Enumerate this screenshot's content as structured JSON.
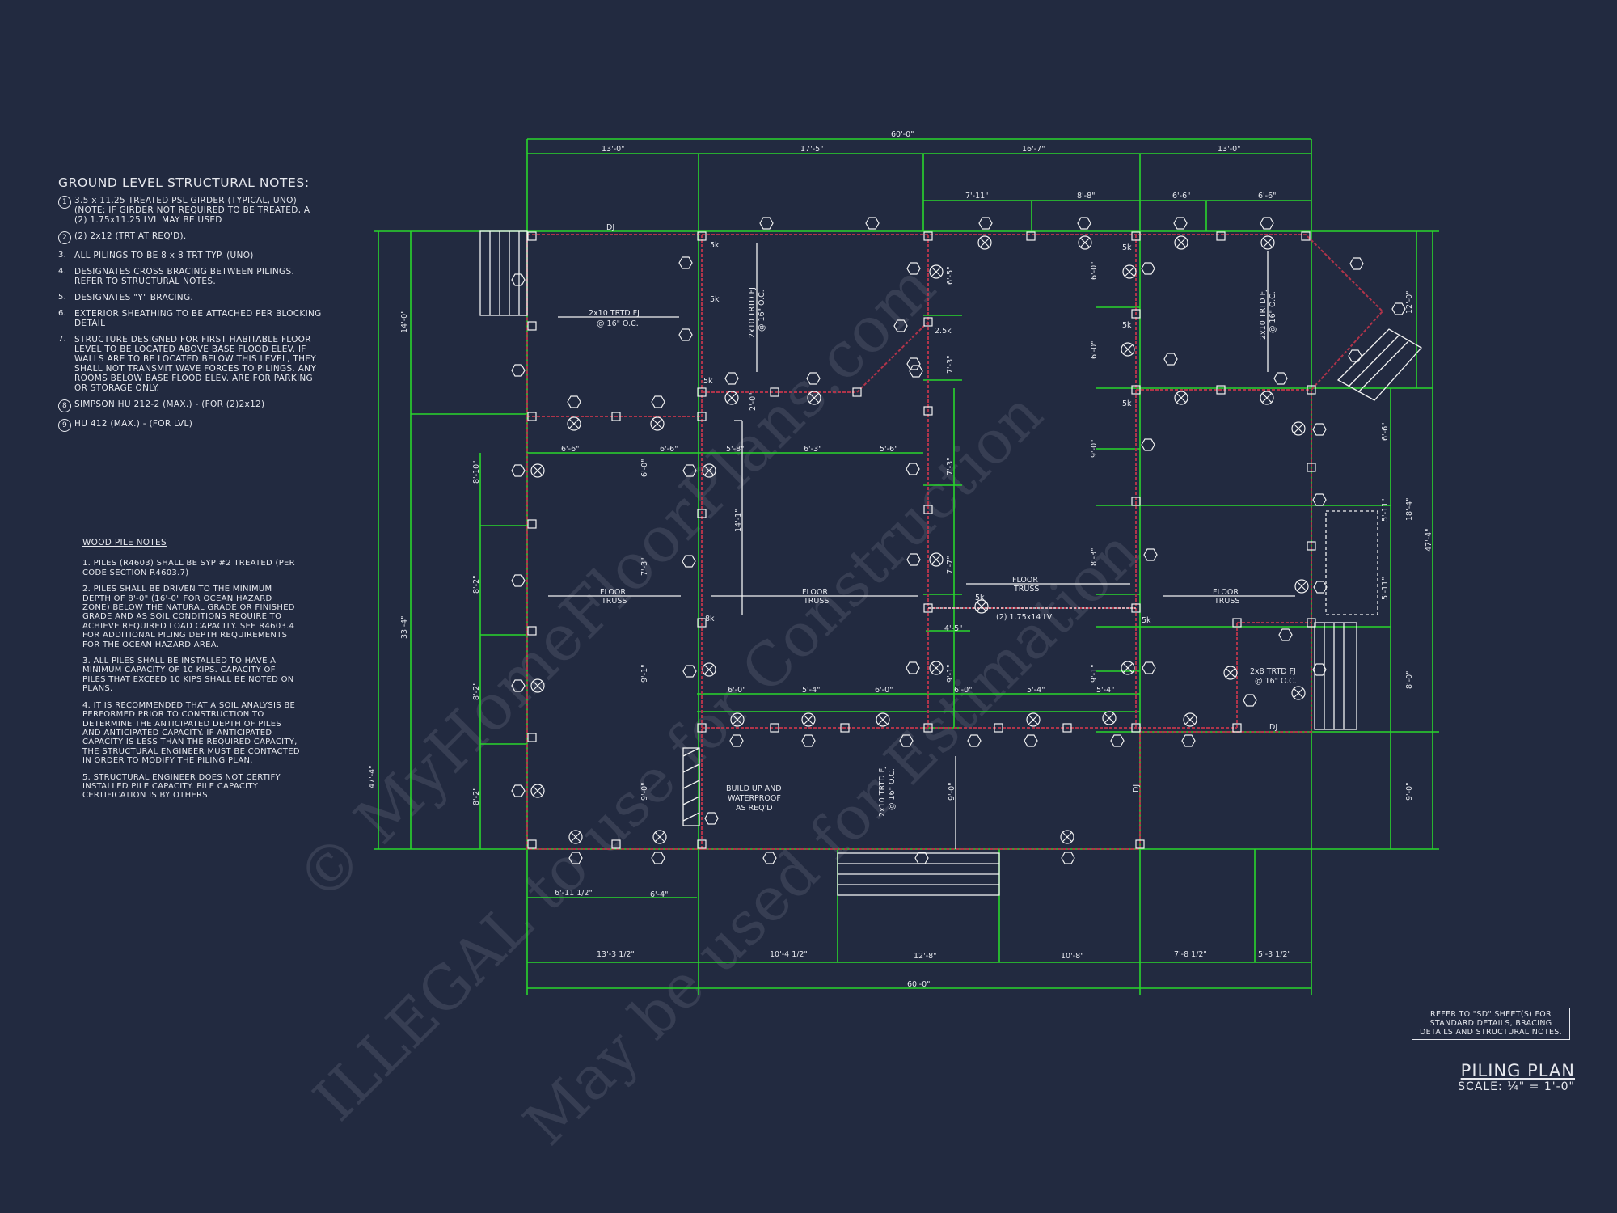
{
  "structural_notes": {
    "title": "GROUND LEVEL STRUCTURAL NOTES:",
    "items": [
      {
        "mark": "1",
        "text": "3.5 x 11.25 TREATED PSL GIRDER (TYPICAL, UNO) (NOTE: IF GIRDER NOT REQUIRED TO BE TREATED, A (2) 1.75x11.25 LVL MAY BE USED"
      },
      {
        "mark": "2",
        "text": "(2) 2x12 (TRT AT REQ'D)."
      },
      {
        "mark": "3.",
        "text": "ALL PILINGS TO BE 8 x 8 TRT TYP. (UNO)"
      },
      {
        "mark": "4.",
        "text": "DESIGNATES CROSS BRACING BETWEEN PILINGS. REFER TO STRUCTURAL NOTES."
      },
      {
        "mark": "5.",
        "text": "DESIGNATES \"Y\" BRACING."
      },
      {
        "mark": "6.",
        "text": "EXTERIOR SHEATHING TO BE ATTACHED PER BLOCKING DETAIL"
      },
      {
        "mark": "7.",
        "text": "STRUCTURE DESIGNED FOR FIRST HABITABLE FLOOR LEVEL TO BE LOCATED ABOVE BASE FLOOD ELEV. IF WALLS ARE TO BE LOCATED BELOW THIS LEVEL, THEY SHALL NOT TRANSMIT WAVE FORCES TO PILINGS. ANY ROOMS BELOW BASE FLOOD ELEV. ARE FOR PARKING OR STORAGE ONLY."
      },
      {
        "mark": "8",
        "text": "SIMPSON HU 212-2 (MAX.) - (FOR (2)2x12)"
      },
      {
        "mark": "9",
        "text": "HU 412 (MAX.) - (FOR LVL)"
      }
    ]
  },
  "wood_pile_notes": {
    "title": "WOOD PILE NOTES",
    "items": [
      "1. PILES (R4603) SHALL BE SYP #2 TREATED (PER CODE SECTION R4603.7)",
      "2. PILES SHALL BE DRIVEN TO THE MINIMUM DEPTH OF 8'-0\" (16'-0\" FOR OCEAN HAZARD ZONE) BELOW THE NATURAL GRADE OR FINISHED GRADE AND AS SOIL CONDITIONS REQUIRE TO ACHIEVE REQUIRED LOAD CAPACITY. SEE R4603.4 FOR ADDITIONAL PILING DEPTH REQUIREMENTS FOR THE OCEAN HAZARD AREA.",
      "3. ALL PILES SHALL BE INSTALLED TO HAVE A MINIMUM CAPACITY OF 10 KIPS. CAPACITY OF PILES THAT EXCEED 10 KIPS SHALL BE NOTED ON PLANS.",
      "4. IT IS RECOMMENDED THAT A SOIL ANALYSIS BE PERFORMED PRIOR TO CONSTRUCTION TO DETERMINE THE ANTICIPATED DEPTH OF PILES AND ANTICIPATED CAPACITY. IF ANTICIPATED CAPACITY IS LESS THAN THE REQUIRED CAPACITY, THE STRUCTURAL ENGINEER MUST BE CONTACTED IN ORDER TO MODIFY THE PILING PLAN.",
      "5. STRUCTURAL ENGINEER DOES NOT CERTIFY INSTALLED PILE CAPACITY. PILE CAPACITY CERTIFICATION IS BY OTHERS."
    ]
  },
  "reference_note": "REFER TO \"SD\" SHEET(S) FOR STANDARD DETAILS, BRACING DETAILS AND STRUCTURAL NOTES.",
  "sheet_title": "PILING PLAN",
  "scale": "SCALE: ¼\" = 1'-0\"",
  "watermark": {
    "line1": "© MyHomeFloorPlans.com",
    "line2": "ILLEGAL to use for Construction",
    "line3": "May be used for Estimation"
  },
  "dimensions": {
    "top_overall": "60'-0\"",
    "top_row": [
      "13'-0\"",
      "17'-5\"",
      "16'-7\"",
      "13'-0\""
    ],
    "top_sub": [
      "7'-11\"",
      "8'-8\"",
      "6'-6\"",
      "6'-6\""
    ],
    "bottom_overall": "60'-0\"",
    "bottom_row": [
      "13'-3 1/2\"",
      "10'-4 1/2\"",
      "12'-8\"",
      "10'-8\"",
      "7'-8 1/2\"",
      "5'-3 1/2\""
    ],
    "bottom_sub": [
      "6'-11 1/2\"",
      "6'-4\""
    ],
    "left_outer": "47'-4\"",
    "left_inner": "33'-4\"",
    "left_top": "14'-0\"",
    "left_row": [
      "8'-10\"",
      "8'-2\"",
      "8'-2\"",
      "8'-2\""
    ],
    "right_outer": "47'-4\"",
    "right_inner": "18'-4\"",
    "right_top": "12'-0\"",
    "right_row": [
      "6'-6\"",
      "5'-11\"",
      "5'-11\"",
      "8'-0\"",
      "9'-0\""
    ],
    "interior_h1": [
      "6'-6\"",
      "6'-6\"",
      "5'-8\"",
      "6'-3\"",
      "5'-6\""
    ],
    "interior_h2": [
      "6'-0\"",
      "5'-4\"",
      "6'-0\"",
      "6'-0\"",
      "5'-4\"",
      "5'-4\""
    ],
    "interior_v": [
      "6'-0\"",
      "7'-3\"",
      "9'-1\"",
      "9'-0\"",
      "2'-0\"",
      "14'-1\"",
      "6'-5\"",
      "7'-3\"",
      "7'-3\"",
      "7'-7\"",
      "9'-1\"",
      "9'-0\"",
      "6'-0\"",
      "6'-0\"",
      "9'-0\"",
      "8'-3\"",
      "9'-1\"",
      "4'-5\""
    ]
  },
  "labels": {
    "fj1": "2x10 TRTD FJ",
    "fj1b": "@ 16\" O.C.",
    "fj2": "2x10 TRTD FJ",
    "fj2b": "@ 16\" O.C.",
    "fj3": "2x10 TRTD FJ",
    "fj3b": "@ 16\" O.C.",
    "fj4": "2x8 TRTD FJ",
    "fj4b": "@ 16\" O.C.",
    "fj5": "2x10 TRTD FJ",
    "fj5b": "@ 16\" O.C.",
    "truss": "FLOOR",
    "truss2": "TRUSS",
    "lvl": "(2) 1.75x14 LVL",
    "buildup1": "BUILD UP AND",
    "buildup2": "WATERPROOF",
    "buildup3": "AS REQ'D",
    "dj": "DJ",
    "tag": "5k",
    "tag8": "8k",
    "tag25": "2.5k"
  },
  "colors": {
    "background": "#222a40",
    "dimension": "#29d62c",
    "wall": "#b0344a",
    "text": "#e6e8ee"
  }
}
